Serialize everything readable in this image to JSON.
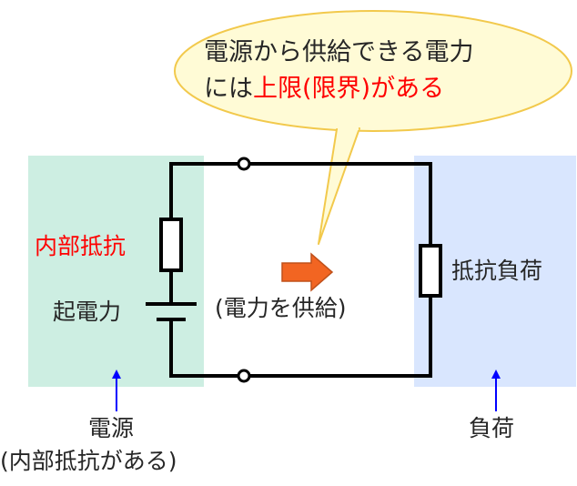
{
  "colors": {
    "source_panel": "#cdeee2",
    "load_panel": "#d9e6fe",
    "bubble_fill": "#fffbd6",
    "bubble_stroke": "#f2c94c",
    "highlight_text": "#ff0000",
    "arrow_fill": "#f26522",
    "label_arrow": "#0000ff",
    "wire": "#000000"
  },
  "callout": {
    "line1": "電源から供給できる電力",
    "line2_prefix": "には",
    "line2_highlight": "上限(限界)がある"
  },
  "labels": {
    "internal_resistance": "内部抵抗",
    "emf": "起電力",
    "power_supply": "(電力を供給)",
    "load_resistance": "抵抗負荷",
    "source_caption": "電源",
    "source_note": "(内部抵抗がある)",
    "load_caption": "負荷"
  },
  "icons": {
    "flow_arrow": "right-arrow-icon",
    "pointer_arrows": "up-arrow-icon"
  }
}
